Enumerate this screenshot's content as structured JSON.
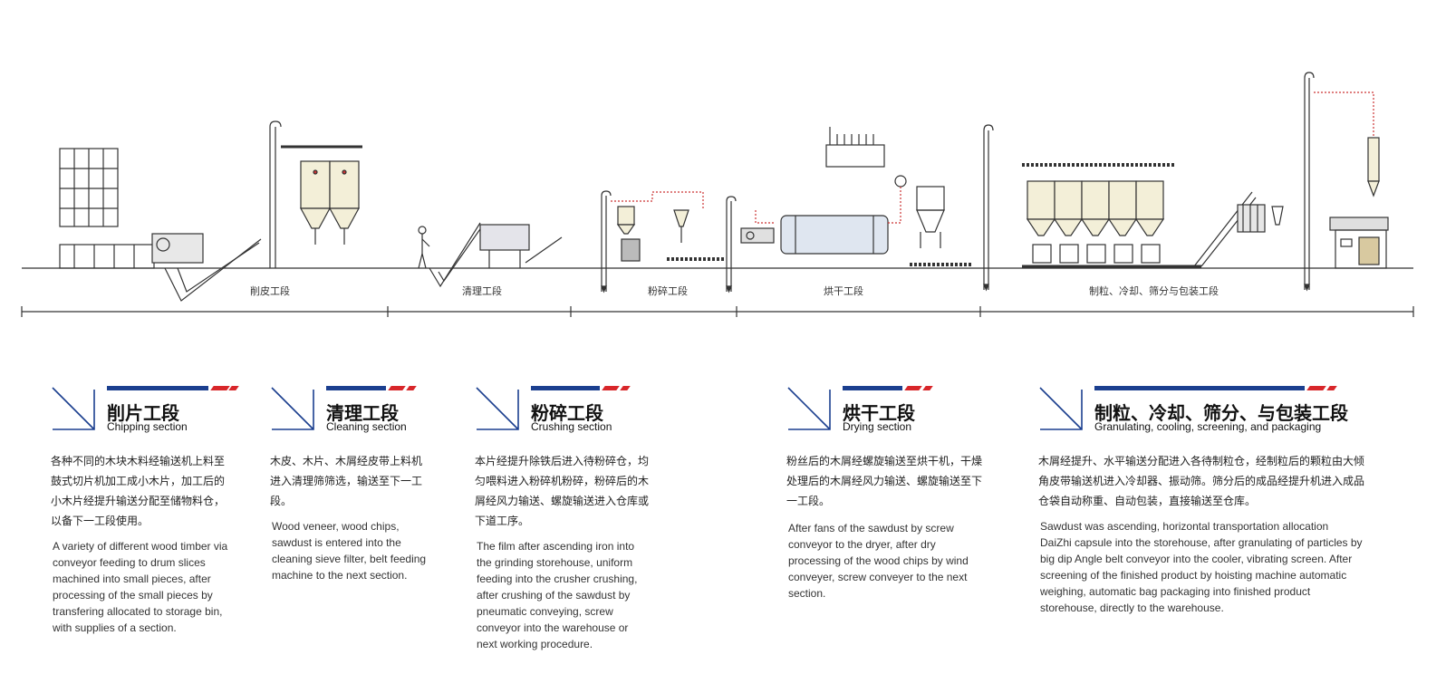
{
  "stages": [
    {
      "label": "削皮工段"
    },
    {
      "label": "清理工段"
    },
    {
      "label": "粉碎工段"
    },
    {
      "label": "烘干工段"
    },
    {
      "label": "制粒、冷却、筛分与包装工段"
    }
  ],
  "sections": [
    {
      "title_cn": "削片工段",
      "title_en": "Chipping section",
      "desc_cn": "各种不同的木块木料经输送机上料至鼓式切片机加工成小木片，加工后的小木片经提升输送分配至储物料仓，以备下一工段使用。",
      "desc_en": "A variety of different wood timber via conveyor feeding to drum slices machined into small pieces, after processing of the small pieces by transfering allocated to storage bin, with supplies of a section."
    },
    {
      "title_cn": "清理工段",
      "title_en": "Cleaning section",
      "desc_cn": "木皮、木片、木屑经皮带上料机进入清理筛筛选，输送至下一工段。",
      "desc_en": "Wood veneer, wood chips, sawdust is entered into the cleaning sieve filter, belt feeding machine to the next section."
    },
    {
      "title_cn": "粉碎工段",
      "title_en": "Crushing section",
      "desc_cn": "本片经提升除铁后进入待粉碎仓，均匀喂料进入粉碎机粉碎，粉碎后的木屑经风力输送、螺旋输送进入仓库或下道工序。",
      "desc_en": "The film after ascending iron into the grinding storehouse, uniform feeding into the crusher crushing, after crushing of the sawdust by pneumatic conveying, screw conveyor into the warehouse or next working procedure."
    },
    {
      "title_cn": "烘干工段",
      "title_en": "Drying section",
      "desc_cn": "粉丝后的木屑经螺旋输送至烘干机，干燥处理后的木屑经风力输送、螺旋输送至下一工段。",
      "desc_en": "After fans of the sawdust by screw conveyor to the dryer, after dry processing of the wood chips by wind conveyer, screw conveyer to the next section."
    },
    {
      "title_cn": "制粒、冷却、筛分、与包装工段",
      "title_en": "Granulating, cooling, screening, and packaging",
      "desc_cn": "木屑经提升、水平输送分配进入各待制粒仓，经制粒后的颗粒由大倾角皮带输送机进入冷却器、振动筛。筛分后的成品经提升机进入成品仓袋自动称重、自动包装，直接输送至仓库。",
      "desc_en": "Sawdust was ascending, horizontal transportation allocation DaiZhi capsule into the storehouse, after granulating of particles by big dip Angle belt conveyor into the cooler, vibrating screen. After screening of the finished product by hoisting machine automatic weighing, automatic bag packaging into finished product storehouse, directly to the warehouse."
    }
  ],
  "colors": {
    "accent_blue": "#1b3f8f",
    "accent_red": "#d8262a",
    "line": "#333333"
  },
  "icons": [
    "arrow-corner-icon"
  ]
}
